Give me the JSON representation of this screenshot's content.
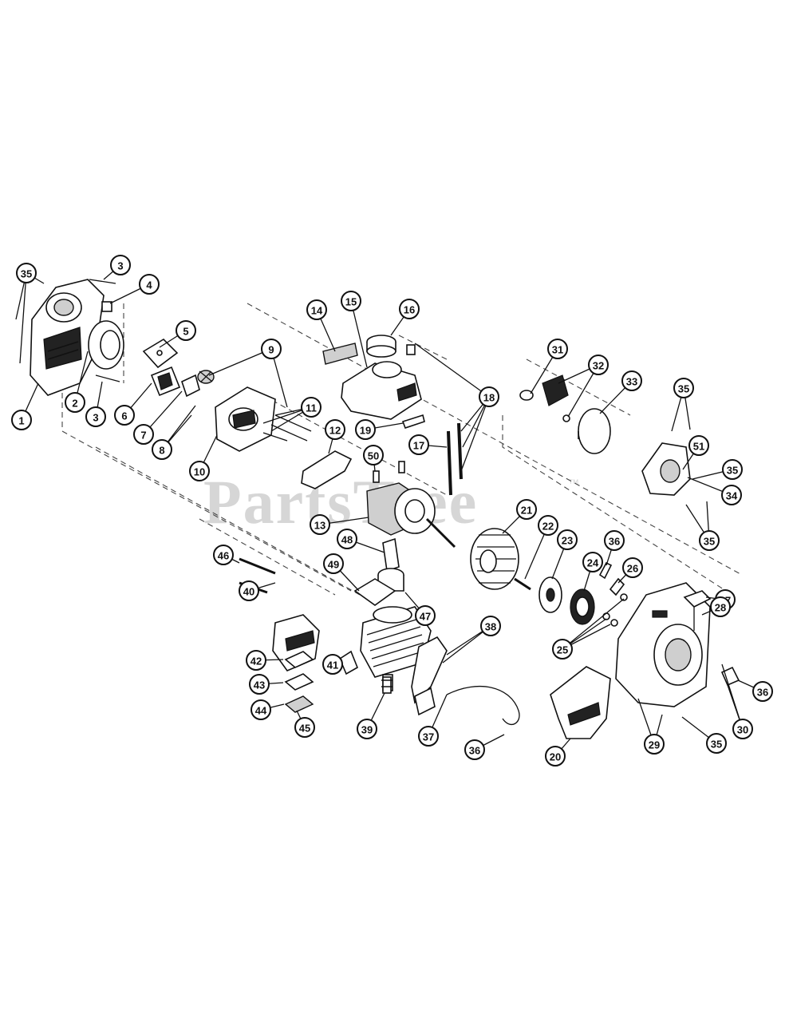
{
  "watermark": {
    "text": "PartsTree",
    "trademark": "™"
  },
  "callouts": [
    {
      "label": "35"
    },
    {
      "label": "3"
    },
    {
      "label": "4"
    },
    {
      "label": "1"
    },
    {
      "label": "2"
    },
    {
      "label": "3"
    },
    {
      "label": "5"
    },
    {
      "label": "6"
    },
    {
      "label": "7"
    },
    {
      "label": "8"
    },
    {
      "label": "9"
    },
    {
      "label": "10"
    },
    {
      "label": "11"
    },
    {
      "label": "12"
    },
    {
      "label": "14"
    },
    {
      "label": "15"
    },
    {
      "label": "16"
    },
    {
      "label": "18"
    },
    {
      "label": "19"
    },
    {
      "label": "17"
    },
    {
      "label": "50"
    },
    {
      "label": "13"
    },
    {
      "label": "31"
    },
    {
      "label": "32"
    },
    {
      "label": "33"
    },
    {
      "label": "35"
    },
    {
      "label": "51"
    },
    {
      "label": "35"
    },
    {
      "label": "34"
    },
    {
      "label": "35"
    },
    {
      "label": "21"
    },
    {
      "label": "22"
    },
    {
      "label": "23"
    },
    {
      "label": "24"
    },
    {
      "label": "36"
    },
    {
      "label": "26"
    },
    {
      "label": "27"
    },
    {
      "label": "28"
    },
    {
      "label": "25"
    },
    {
      "label": "46"
    },
    {
      "label": "48"
    },
    {
      "label": "49"
    },
    {
      "label": "47"
    },
    {
      "label": "40"
    },
    {
      "label": "42"
    },
    {
      "label": "41"
    },
    {
      "label": "43"
    },
    {
      "label": "44"
    },
    {
      "label": "45"
    },
    {
      "label": "38"
    },
    {
      "label": "39"
    },
    {
      "label": "37"
    },
    {
      "label": "36"
    },
    {
      "label": "20"
    },
    {
      "label": "29"
    },
    {
      "label": "30"
    },
    {
      "label": "35"
    },
    {
      "label": "36"
    }
  ]
}
